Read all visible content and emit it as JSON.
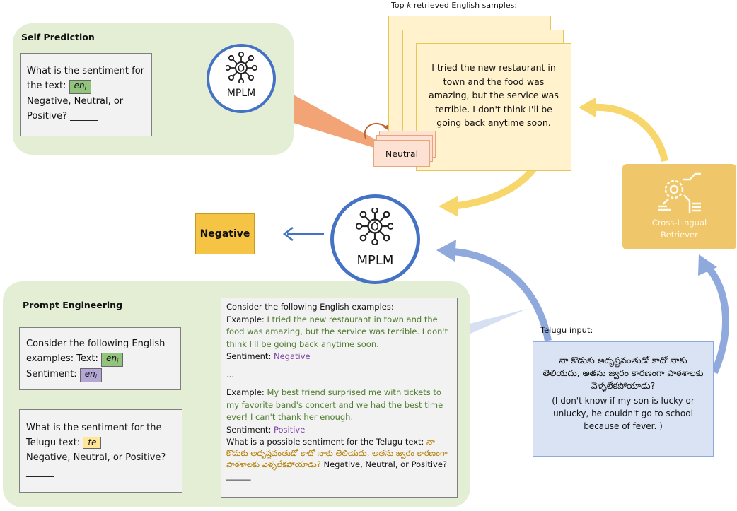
{
  "self_prediction": {
    "title": "Self Prediction",
    "question_line1": "What is the sentiment for",
    "question_prefix": "the text:",
    "chip_base": "en",
    "chip_sub": "i",
    "options_line1": "Negative, Neutral, or",
    "options_line2": "Positive? ______"
  },
  "mplm_top": {
    "label": "MPLM"
  },
  "mplm_center": {
    "label": "MPLM"
  },
  "retrieved": {
    "caption_pre": "Top ",
    "caption_k": "k",
    "caption_post": " retrieved English samples:",
    "sample_text": "I tried the new restaurant in town and the food was amazing, but the service was terrible. I don't think I'll be going back anytime soon."
  },
  "pseudo_label": {
    "label": "Neutral"
  },
  "output": {
    "label": "Negative"
  },
  "retriever": {
    "line1": "Cross-Lingual",
    "line2": "Retriever"
  },
  "telugu": {
    "caption": "Telugu input:",
    "native_text": "నా కొడుకు అదృష్టవంతుడో కాదో నాకు తెలియదు, అతను జ్వరం కారణంగా పాఠశాలకు వెళ్ళలేకపోయాడు?",
    "translation": "(I don't know if my son is lucky or unlucky, he couldn't go to school because of fever. )"
  },
  "prompt_engineering": {
    "title": "Prompt Engineering",
    "template1": {
      "line1": "Consider the following English",
      "line2_prefix": "examples: Text:",
      "chip_text_base": "en",
      "chip_text_sub": "i",
      "line3_prefix": "Sentiment:",
      "chip_sent_base": "en",
      "chip_sent_sub": "i"
    },
    "template2": {
      "line1": "What is the sentiment for the",
      "line2_prefix": "Telugu text:",
      "chip_te": "te",
      "line3": "Negative, Neutral, or Positive?",
      "line4": "______"
    },
    "prompt": {
      "intro": "Consider the following English examples:",
      "ex1_label": "Example:",
      "ex1_text": "I tried the new restaurant in town and the food was amazing, but the service was terrible. I don't think I'll be going back anytime soon.",
      "sent_label": "Sentiment:",
      "ex1_sentiment": "Negative",
      "ellipsis": "...",
      "ex2_label": "Example:",
      "ex2_text": "My best friend surprised me with tickets to my favorite band's concert and we had the best time ever! I can't thank her enough.",
      "ex2_sentiment": "Positive",
      "question": "What is a possible sentiment for the Telugu text:",
      "telugu_text": "నా కొడుకు అదృష్టవంతుడో కాదో నాకు తెలియదు, అతను జ్వరం కారణంగా పాఠశాలకు వెళ్ళలేకపోయాడు?",
      "options": "Negative, Neutral, or Positive?",
      "blank": "______"
    }
  },
  "colors": {
    "green_panel": "#e3eed5",
    "mplm_ring": "#4472c4",
    "output_fill": "#f6c445",
    "retriever_fill": "#efc66a",
    "yellow_arrow": "#f7d66b",
    "blue_arrow": "#8fa9dc",
    "salmon": "#f2a477",
    "telugu_box": "#dae3f3",
    "example_green": "#4f7c2f",
    "sentiment_purple": "#7d3fa6",
    "telugu_orange": "#b07d00"
  }
}
